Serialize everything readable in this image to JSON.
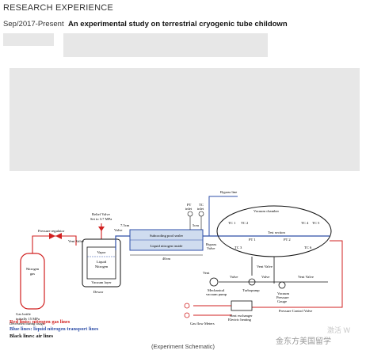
{
  "section_heading": "RESEARCH EXPERIENCE",
  "entry": {
    "date": "Sep/2017-Present",
    "title": "An experimental study on terrestrial cryogenic tube childown"
  },
  "caption": "(Experiment Schematic)",
  "watermark": {
    "top": "激活 W",
    "bottom": "金东方美国留学"
  },
  "chart_data": {
    "type": "diagram",
    "legend": [
      {
        "label": "Red lines: nitrogen gas lines",
        "color": "#d12020"
      },
      {
        "label": "Blue lines: liquid nitrogen transport lines",
        "color": "#2f4fa8"
      },
      {
        "label": "Black lines: air lines",
        "color": "#111111"
      }
    ],
    "labels": {
      "pressure_regulator": "Pressure regulator",
      "vent_valve_left": "Vent Valve",
      "relief_valve": "Relief Valve",
      "set_to": "Set to 3.7 MPa",
      "valve": "Valve",
      "dim_75": "7.5cm",
      "dim_5": "5cm",
      "vapor": "Vapor",
      "liquid": "Liquid",
      "nitrogen_inner": "Nitrogen",
      "vacuum_layer": "Vacuum layer",
      "dewar": "Dewar",
      "gas_bottle_1": "Gas bottle",
      "gas_bottle_2": "initially 15 MPa",
      "gas_bottle_3": "Decreased during usage",
      "nitrogen_gas_1": "Nitrogen",
      "nitrogen_gas_2": "gas",
      "subcooling": "Subcooling pool sealer",
      "ln_inside": "Liquid nitrogen inside",
      "dim_40": "40cm",
      "pt": "PT",
      "inlet": "inlet",
      "tc": "TC",
      "tc_inlet": "inlet",
      "bypass_line": "Bypass line",
      "bypass_valve_1": "Bypass",
      "bypass_valve_2": "Valve",
      "vacuum_chamber": "Vacuum chamber",
      "tc1": "TC 1",
      "tc2": "TC 2",
      "tc3": "TC 3",
      "tc4": "TC 4",
      "tc5": "TC 5",
      "tc6": "TC 6",
      "pt1": "PT 1",
      "pt2": "PT 2",
      "test_section": "Test section",
      "vent_top": "Vent Valve",
      "vent_right": "Vent Valve",
      "vent_left": "Vent",
      "valve_a": "Valve",
      "valve_b": "Valve",
      "mech_pump_1": "Mechanical",
      "mech_pump_2": "vacuum pump",
      "turbopump": "Turbopump",
      "vac_gauge_1": "Vacuum",
      "vac_gauge_2": "Pressure",
      "vac_gauge_3": "Gauge",
      "pressure_ctrl": "Pressure Control Valve",
      "heat_ex_1": "Heat exchanger",
      "heat_ex_2": "Electric heating",
      "gas_flow": "Gas flow Meters"
    }
  }
}
